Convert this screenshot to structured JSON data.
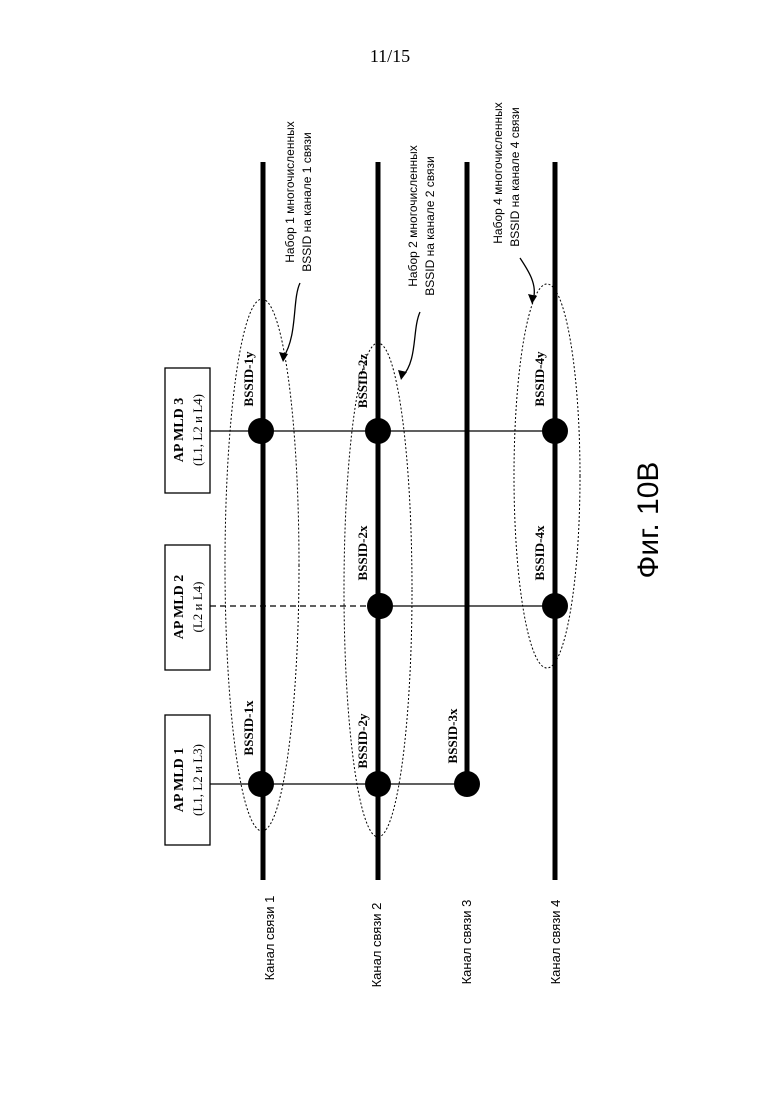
{
  "page": {
    "number": "11/15"
  },
  "figure": {
    "caption": "Фиг. 10B"
  },
  "channels": [
    {
      "id": "ch1",
      "label": "Канал связи 1"
    },
    {
      "id": "ch2",
      "label": "Канал связи 2"
    },
    {
      "id": "ch3",
      "label": "Канал связи 3"
    },
    {
      "id": "ch4",
      "label": "Канал связи 4"
    }
  ],
  "ap_mlds": [
    {
      "id": "mld1",
      "title": "AP MLD 1",
      "links": "(L1, L2  и L3)"
    },
    {
      "id": "mld2",
      "title": "AP MLD 2",
      "links": "(L2 и L4)"
    },
    {
      "id": "mld3",
      "title": "AP MLD 3",
      "links": "(L1, L2 и L4)"
    }
  ],
  "bssids": [
    {
      "id": "b1x",
      "label": "BSSID-1x"
    },
    {
      "id": "b2y",
      "label": "BSSID-2y"
    },
    {
      "id": "b3x",
      "label": "BSSID-3x"
    },
    {
      "id": "b2x",
      "label": "BSSID-2x"
    },
    {
      "id": "b4x",
      "label": "BSSID-4x"
    },
    {
      "id": "b1y",
      "label": "BSSID-1y"
    },
    {
      "id": "b2z",
      "label": "BSSID-2z"
    },
    {
      "id": "b4y",
      "label": "BSSID-4y"
    }
  ],
  "sets": [
    {
      "id": "set1",
      "line1": "Набор 1 многочисленных",
      "line2": "BSSID на канале 1 связи"
    },
    {
      "id": "set2",
      "line1": "Набор 2 многочисленных",
      "line2": "BSSID на канале 2 связи"
    },
    {
      "id": "set4",
      "line1": "Набор 4 многочисленных",
      "line2": "BSSID на канале 4 связи"
    }
  ]
}
